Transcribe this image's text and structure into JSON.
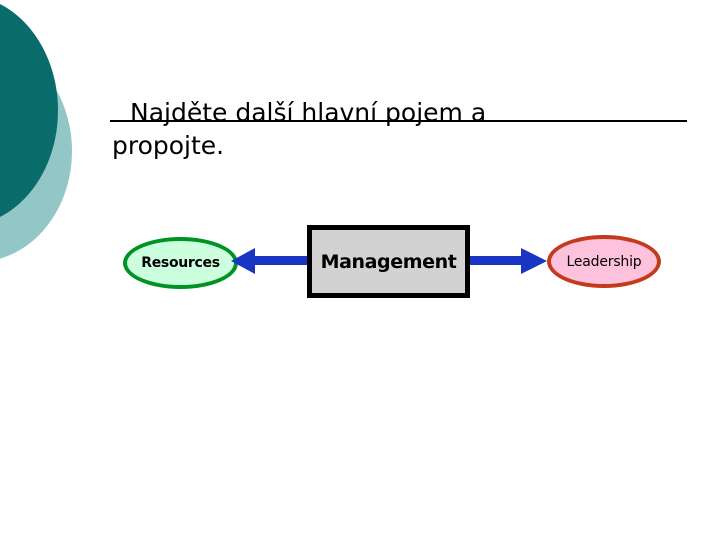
{
  "slide": {
    "title": "Najděte další hlavní pojem a propojte.",
    "background_color": "#ffffff"
  },
  "decoration": {
    "dark_circle_color": "#0a6b6b",
    "light_circle_color": "#93c7c7",
    "dark_circle_name": "dark-teal-circle",
    "light_circle_name": "light-teal-circle"
  },
  "diagram": {
    "type": "concept-map",
    "nodes": [
      {
        "id": "resources",
        "label": "Resources",
        "shape": "ellipse",
        "fill": "#ccffdd",
        "stroke": "#009222",
        "text_color": "#000000"
      },
      {
        "id": "management",
        "label": "Management",
        "shape": "rectangle",
        "fill": "#d2d2d2",
        "stroke": "#000000",
        "text_color": "#000000"
      },
      {
        "id": "leadership",
        "label": "Leadership",
        "shape": "ellipse",
        "fill": "#ffc2dc",
        "stroke": "#c33a1c",
        "text_color": "#000000"
      }
    ],
    "connectors": [
      {
        "id": "management-to-resources",
        "from": "management",
        "to": "resources",
        "direction": "left",
        "color": "#1a35c4"
      },
      {
        "id": "management-to-leadership",
        "from": "management",
        "to": "leadership",
        "direction": "right",
        "color": "#1a35c4"
      }
    ]
  }
}
